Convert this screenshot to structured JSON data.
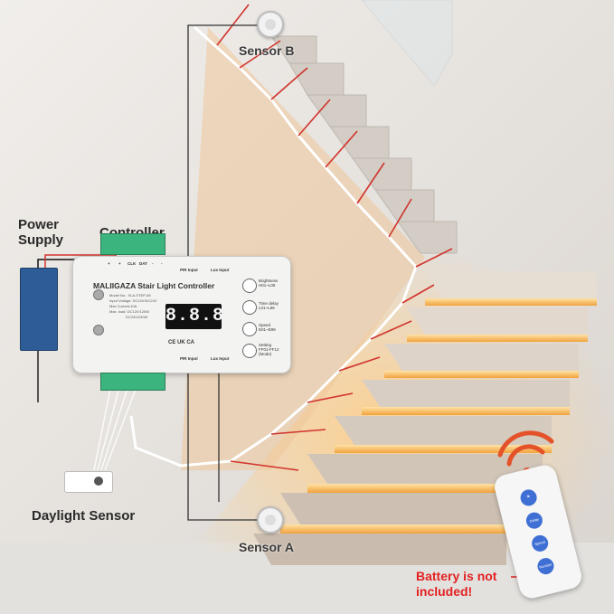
{
  "labels": {
    "power_supply_line1": "Power",
    "power_supply_line2": "Supply",
    "controller": "Controller",
    "sensor_b": "Sensor B",
    "sensor_a": "Sensor A",
    "daylight_sensor": "Daylight Sensor",
    "battery_line1": "Battery is not",
    "battery_line2": "included!"
  },
  "controller": {
    "brand_title": "MALIIGAZA Stair Light Controller",
    "spec_lines": [
      "Model No.: XLA-STEP-06",
      "Input Voltage: DC12V/DC24V",
      "Max Current:10A",
      "Max. load: DC12V/120W",
      "DC24V/240W"
    ],
    "display": "8.8.8.8",
    "cert_marks": "CE UK CA",
    "top_terminals": [
      "+",
      "+",
      "CLK",
      "DAT",
      "-",
      "-"
    ],
    "pir_input_b": "PIR Input",
    "lux_input_top": "Lux Input",
    "pir_input_a": "PIR Input",
    "lux_input_bottom": "Lux Input",
    "buttons": [
      {
        "label": "Brightness",
        "sub": "H01~L05"
      },
      {
        "label": "Time delay",
        "sub": "L01~L99"
      },
      {
        "label": "Speed",
        "sub": "E01~E99"
      },
      {
        "label": "Setting",
        "sub": "FF01-FF12 (Mode)"
      }
    ]
  },
  "remote": {
    "buttons": [
      "*",
      "Delay",
      "Speed",
      "Number"
    ]
  },
  "colors": {
    "warm_light": "#f4a742",
    "wall": "#ebe7e3",
    "stair_step": "#d8d2cb",
    "wire_red": "#d1332c",
    "battery_text": "#e22121",
    "remote_button": "#3f6fd4",
    "signal_icon": "#e4522a",
    "terminal_green": "#3bb47e"
  }
}
